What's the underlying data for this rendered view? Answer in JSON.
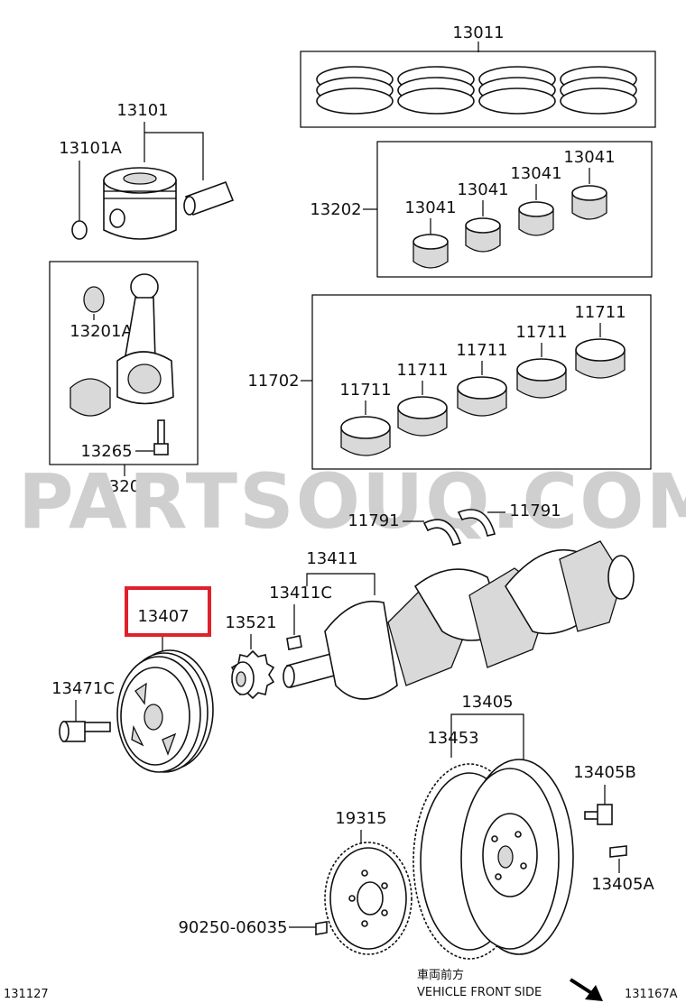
{
  "watermark": "PARTSOUQ.COM",
  "labels": {
    "l13011": "13011",
    "l13101": "13101",
    "l13101A": "13101A",
    "l13202": "13202",
    "l13041a": "13041",
    "l13041b": "13041",
    "l13041c": "13041",
    "l13041d": "13041",
    "l13201A": "13201A",
    "l13265": "13265",
    "l13201": "13201",
    "l11702": "11702",
    "l11711a": "11711",
    "l11711b": "11711",
    "l11711c": "11711",
    "l11711d": "11711",
    "l11711e": "11711",
    "l11791a": "11791",
    "l11791b": "11791",
    "l13411": "13411",
    "l13411C": "13411C",
    "l13407": "13407",
    "l13521": "13521",
    "l13471C": "13471C",
    "l13405": "13405",
    "l13453": "13453",
    "l13405B": "13405B",
    "l19315": "19315",
    "l13405A": "13405A",
    "l90250": "90250-06035"
  },
  "footer": {
    "left_code": "131127",
    "right_code": "131167A",
    "front_jp": "車両前方",
    "front_en": "VEHICLE FRONT SIDE"
  },
  "highlight_color": "#e0202a"
}
